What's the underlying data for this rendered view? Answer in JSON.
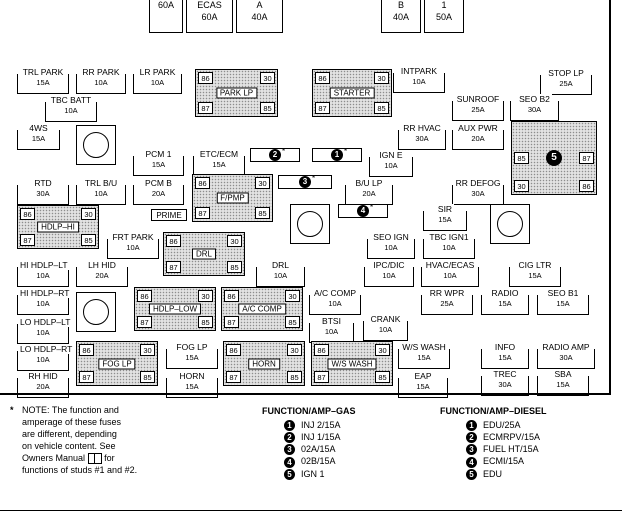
{
  "top_fuses": [
    {
      "name": "",
      "amp": "60A"
    },
    {
      "name": "ECAS",
      "amp": "60A"
    },
    {
      "name": "A",
      "amp": "40A"
    },
    {
      "name": "B",
      "amp": "40A"
    },
    {
      "name": "1",
      "amp": "50A"
    }
  ],
  "fuses": [
    {
      "name": "TRL PARK",
      "amp": "15A"
    },
    {
      "name": "RR PARK",
      "amp": "10A"
    },
    {
      "name": "LR PARK",
      "amp": "10A"
    },
    {
      "name": "TBC BATT",
      "amp": "10A"
    },
    {
      "name": "4WS",
      "amp": "15A"
    },
    {
      "name": "PCM 1",
      "amp": "15A"
    },
    {
      "name": "ETC/ECM",
      "amp": "15A"
    },
    {
      "name": "RTD",
      "amp": "30A"
    },
    {
      "name": "TRL B/U",
      "amp": "10A"
    },
    {
      "name": "PCM B",
      "amp": "20A"
    },
    {
      "name": "FRT PARK",
      "amp": "10A"
    },
    {
      "name": "HI HDLP–LT",
      "amp": "10A"
    },
    {
      "name": "LH HID",
      "amp": "20A"
    },
    {
      "name": "DRL",
      "amp": "10A"
    },
    {
      "name": "HI HDLP–RT",
      "amp": "10A"
    },
    {
      "name": "LO HDLP–LT",
      "amp": "10A"
    },
    {
      "name": "A/C COMP",
      "amp": "10A"
    },
    {
      "name": "BTSI",
      "amp": "10A"
    },
    {
      "name": "CRANK",
      "amp": "10A"
    },
    {
      "name": "LO HDLP–RT",
      "amp": "10A"
    },
    {
      "name": "FOG LP",
      "amp": "15A"
    },
    {
      "name": "RH HID",
      "amp": "20A"
    },
    {
      "name": "HORN",
      "amp": "15A"
    },
    {
      "name": "INTPARK",
      "amp": "10A"
    },
    {
      "name": "IGN E",
      "amp": "10A"
    },
    {
      "name": "B/U LP",
      "amp": "20A"
    },
    {
      "name": "SEO IGN",
      "amp": "10A"
    },
    {
      "name": "TBC IGN1",
      "amp": "10A"
    },
    {
      "name": "IPC/DIC",
      "amp": "10A"
    },
    {
      "name": "HVAC/ECAS",
      "amp": "10A"
    },
    {
      "name": "W/S WASH",
      "amp": "15A"
    },
    {
      "name": "EAP",
      "amp": "15A"
    },
    {
      "name": "STOP LP",
      "amp": "25A"
    },
    {
      "name": "SUNROOF",
      "amp": "25A"
    },
    {
      "name": "SEO B2",
      "amp": "30A"
    },
    {
      "name": "RR HVAC",
      "amp": "30A"
    },
    {
      "name": "AUX PWR",
      "amp": "20A"
    },
    {
      "name": "RR DEFOG",
      "amp": "30A"
    },
    {
      "name": "SIR",
      "amp": "15A"
    },
    {
      "name": "CIG LTR",
      "amp": "15A"
    },
    {
      "name": "RR WPR",
      "amp": "25A"
    },
    {
      "name": "RADIO",
      "amp": "15A"
    },
    {
      "name": "SEO B1",
      "amp": "15A"
    },
    {
      "name": "INFO",
      "amp": "15A"
    },
    {
      "name": "RADIO AMP",
      "amp": "30A"
    },
    {
      "name": "TREC",
      "amp": "30A"
    },
    {
      "name": "SBA",
      "amp": "15A"
    }
  ],
  "prime_label": "PRIME",
  "relays": [
    {
      "label": "PARK LP"
    },
    {
      "label": "STARTER"
    },
    {
      "label": "F/PMP"
    },
    {
      "label": "HDLP–HI"
    },
    {
      "label": "DRL"
    },
    {
      "label": "HDLP–LOW"
    },
    {
      "label": "A/C COMP"
    },
    {
      "label": "FOG LP"
    },
    {
      "label": "HORN"
    },
    {
      "label": "W/S WASH"
    },
    {
      "label": "5"
    }
  ],
  "pins": [
    "86",
    "30",
    "87",
    "85"
  ],
  "studs": [
    {
      "num": "2",
      "star": "*"
    },
    {
      "num": "1",
      "star": "*"
    },
    {
      "num": "3",
      "star": "*"
    },
    {
      "num": "4",
      "star": "*"
    }
  ],
  "note": {
    "star": "*",
    "lines": [
      "NOTE:  The function and",
      "amperage of these fuses",
      "are different, depending",
      "on vehicle content.  See",
      "Owners Manual",
      "for",
      "functions of studs #1 and #2."
    ]
  },
  "gas": {
    "title": "FUNCTION/AMP–GAS",
    "items": [
      {
        "num": "1",
        "text": "INJ 2/15A"
      },
      {
        "num": "2",
        "text": "INJ 1/15A"
      },
      {
        "num": "3",
        "text": "02A/15A"
      },
      {
        "num": "4",
        "text": "02B/15A"
      },
      {
        "num": "5",
        "text": "IGN 1"
      }
    ]
  },
  "diesel": {
    "title": "FUNCTION/AMP–DIESEL",
    "items": [
      {
        "num": "1",
        "text": "EDU/25A"
      },
      {
        "num": "2",
        "text": "ECMRPV/15A"
      },
      {
        "num": "3",
        "text": "FUEL HT/15A"
      },
      {
        "num": "4",
        "text": "ECMI/15A"
      },
      {
        "num": "5",
        "text": "EDU"
      }
    ]
  }
}
